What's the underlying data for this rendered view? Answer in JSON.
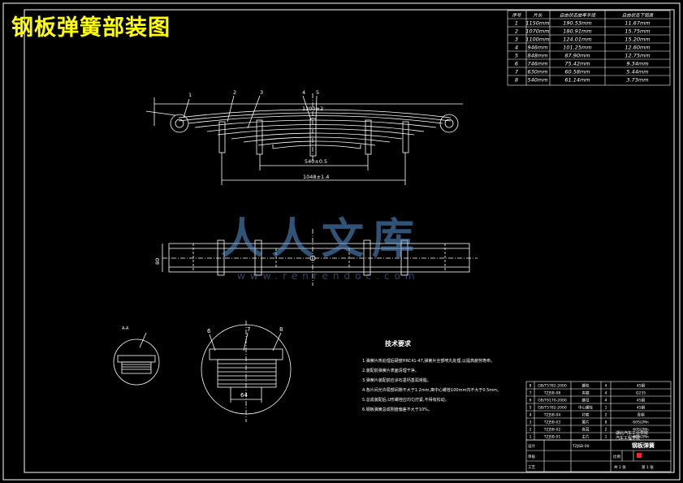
{
  "title": "钢板弹簧部装图",
  "watermark": {
    "text": "人人文库",
    "url": "www.renrendoc.com"
  },
  "leaf_table": {
    "headers": [
      "序号",
      "片长",
      "自由状态曲率半径",
      "自由状态下弧高"
    ],
    "rows": [
      [
        "1",
        "1150mm",
        "190.53mm",
        "11.67mm"
      ],
      [
        "2",
        "1070mm",
        "180.91mm",
        "15.75mm"
      ],
      [
        "3",
        "1100mm",
        "124.01mm",
        "15.20mm"
      ],
      [
        "4",
        "946mm",
        "101.25mm",
        "12.60mm"
      ],
      [
        "5",
        "848mm",
        "87.90mm",
        "12.75mm"
      ],
      [
        "6",
        "746mm",
        "75.42mm",
        "9.34mm"
      ],
      [
        "7",
        "630mm",
        "60.58mm",
        "5.44mm"
      ],
      [
        "8",
        "540mm",
        "61.14mm",
        "3.73mm"
      ]
    ]
  },
  "dimensions": {
    "d1": "540±0.5",
    "d2": "1048±1.4",
    "d3": "1200±2",
    "d4": "64",
    "width": "80"
  },
  "callouts": [
    "1",
    "2",
    "3",
    "4",
    "5",
    "6",
    "7",
    "8"
  ],
  "section_label": "A-A",
  "tech_req": {
    "title": "技术要求",
    "items": [
      "1.弹簧片热处理后硬度HRC41-47,弹簧片全部喷丸处理,以提高疲劳寿命。",
      "2.装配前弹簧片表面清理干净。",
      "3.弹簧片装配前应涂石墨钙基润滑脂。",
      "4.各片间允许局部间隙不大于1.2mm,离中心螺栓100mm内不大于0.5mm。",
      "5.总成装配后,U形螺栓应均匀拧紧,不得有松动。",
      "6.钢板弹簧总成刚度偏差不大于10%。"
    ]
  },
  "parts_list": [
    [
      "8",
      "GB/T5782-2000",
      "螺栓",
      "4",
      "45钢"
    ],
    [
      "7",
      "TZJSB-08",
      "夹箍",
      "4",
      "Q235"
    ],
    [
      "6",
      "GB/T6170-2000",
      "螺母",
      "4",
      "45钢"
    ],
    [
      "5",
      "GB/T5782-2000",
      "中心螺栓",
      "1",
      "45钢"
    ],
    [
      "4",
      "TZJSB-04",
      "衬套",
      "2",
      "青铜"
    ],
    [
      "3",
      "TZJSB-03",
      "簧片",
      "8",
      "60Si2Mn"
    ],
    [
      "2",
      "TZJSB-02",
      "卷耳",
      "2",
      "60Si2Mn"
    ],
    [
      "1",
      "TZJSB-01",
      "主片",
      "1",
      "60Si2Mn"
    ]
  ],
  "title_block": {
    "school": "湖北汽车工业学院",
    "school2": "汽车工程学院",
    "drawing_name": "钢板弹簧",
    "scale_label": "比例",
    "sheet_label": "第 1 张",
    "total_label": "共 1 张",
    "rows": [
      "设计",
      "审核",
      "工艺"
    ],
    "code": "TZJSB-00"
  },
  "colors": {
    "line": "#ffffff",
    "title": "#ffff00",
    "accent": "#ff2020",
    "watermark": "#5a9ad8"
  }
}
